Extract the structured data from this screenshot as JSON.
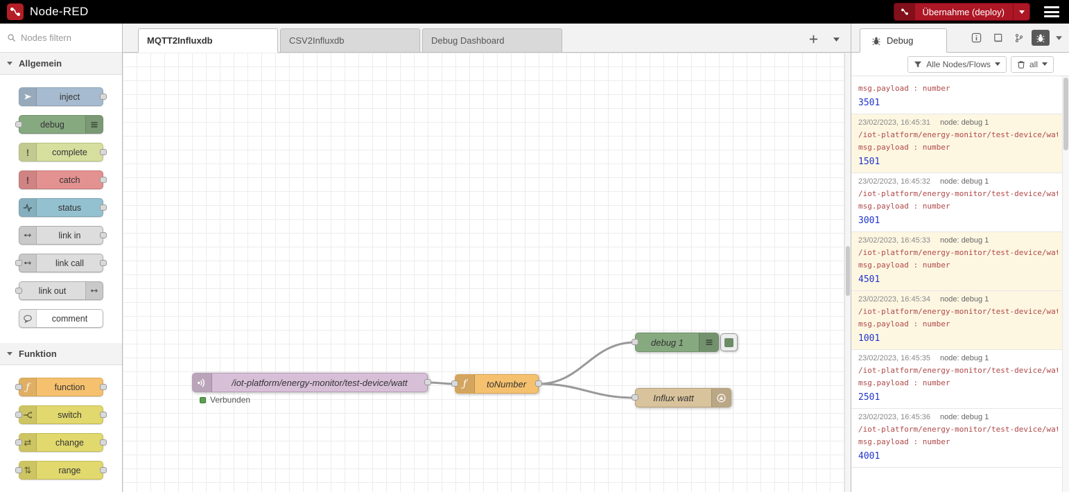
{
  "header": {
    "title": "Node-RED",
    "deploy_label": "Übernahme (deploy)",
    "colors": {
      "deploy_red": "#ad1625"
    }
  },
  "palette": {
    "search_placeholder": "Nodes filtern",
    "categories": [
      {
        "label": "Allgemein",
        "nodes": [
          {
            "label": "inject",
            "color": "#a6bbcf",
            "border": "#8ba2b5",
            "icon": "paper-plane",
            "ports": "out"
          },
          {
            "label": "debug",
            "color": "#87a980",
            "border": "#70906a",
            "icon": "list",
            "icon_side": "right",
            "ports": "in"
          },
          {
            "label": "complete",
            "color": "#d7df9f",
            "border": "#b6bf7f",
            "icon": "exclamation",
            "ports": "out"
          },
          {
            "label": "catch",
            "color": "#e49191",
            "border": "#c47676",
            "icon": "exclamation",
            "ports": "out"
          },
          {
            "label": "status",
            "color": "#94c1d0",
            "border": "#78a4b2",
            "icon": "pulse",
            "ports": "out"
          },
          {
            "label": "link in",
            "color": "#dddddd",
            "border": "#aaaaaa",
            "icon": "link-arrow",
            "ports": "out"
          },
          {
            "label": "link call",
            "color": "#dddddd",
            "border": "#aaaaaa",
            "icon": "link-arrow",
            "ports": "both"
          },
          {
            "label": "link out",
            "color": "#dddddd",
            "border": "#aaaaaa",
            "icon": "link-arrow",
            "icon_side": "right",
            "ports": "in"
          },
          {
            "label": "comment",
            "color": "#ffffff",
            "border": "#b5b5b5",
            "icon": "speech-bubble",
            "ports": "none"
          }
        ]
      },
      {
        "label": "Funktion",
        "nodes": [
          {
            "label": "function",
            "color": "#f6c16e",
            "border": "#d8a455",
            "icon": "function-f",
            "ports": "both"
          },
          {
            "label": "switch",
            "color": "#e2d96e",
            "border": "#c3ba55",
            "icon": "switch-fork",
            "ports": "both"
          },
          {
            "label": "change",
            "color": "#e2d96e",
            "border": "#c3ba55",
            "icon": "change-swap",
            "ports": "both"
          },
          {
            "label": "range",
            "color": "#e2d96e",
            "border": "#c3ba55",
            "icon": "range-scale",
            "ports": "both"
          }
        ]
      }
    ]
  },
  "workspace": {
    "tabs": [
      {
        "label": "MQTT2Influxdb",
        "active": true
      },
      {
        "label": "CSV2Influxdb",
        "active": false
      },
      {
        "label": "Debug Dashboard",
        "active": false
      }
    ]
  },
  "flow": {
    "nodes": {
      "mqtt": {
        "label": "/iot-platform/energy-monitor/test-device/watt",
        "color": "#d8bfd8",
        "border": "#b59cb5",
        "status": "Verbunden",
        "status_color": "#5aa152"
      },
      "function": {
        "label": "toNumber",
        "color": "#f6c16e",
        "border": "#d8a455"
      },
      "debug": {
        "label": "debug 1",
        "color": "#87a980",
        "border": "#70906a"
      },
      "influx": {
        "label": "Influx watt",
        "color": "#d9c39c",
        "border": "#b5a07c"
      }
    }
  },
  "debug_panel": {
    "tab_label": "Debug",
    "filter_label": "Alle Nodes/Flows",
    "trash_label": "all",
    "colors": {
      "topic": "#b04848",
      "value": "#2033c9",
      "highlight_bg": "#fdf7e2"
    },
    "messages": [
      {
        "partial": true,
        "property": "msg.payload : number",
        "value": "3501",
        "highlighted": false
      },
      {
        "time": "23/02/2023, 16:45:31",
        "node": "node: debug 1",
        "topic": "/iot-platform/energy-monitor/test-device/watt :",
        "property": "msg.payload : number",
        "value": "1501",
        "highlighted": true
      },
      {
        "time": "23/02/2023, 16:45:32",
        "node": "node: debug 1",
        "topic": "/iot-platform/energy-monitor/test-device/watt :",
        "property": "msg.payload : number",
        "value": "3001",
        "highlighted": false
      },
      {
        "time": "23/02/2023, 16:45:33",
        "node": "node: debug 1",
        "topic": "/iot-platform/energy-monitor/test-device/watt :",
        "property": "msg.payload : number",
        "value": "4501",
        "highlighted": true
      },
      {
        "time": "23/02/2023, 16:45:34",
        "node": "node: debug 1",
        "topic": "/iot-platform/energy-monitor/test-device/watt :",
        "property": "msg.payload : number",
        "value": "1001",
        "highlighted": true
      },
      {
        "time": "23/02/2023, 16:45:35",
        "node": "node: debug 1",
        "topic": "/iot-platform/energy-monitor/test-device/watt :",
        "property": "msg.payload : number",
        "value": "2501",
        "highlighted": false
      },
      {
        "time": "23/02/2023, 16:45:36",
        "node": "node: debug 1",
        "topic": "/iot-platform/energy-monitor/test-device/watt :",
        "property": "msg.payload : number",
        "value": "4001",
        "highlighted": false
      }
    ]
  }
}
